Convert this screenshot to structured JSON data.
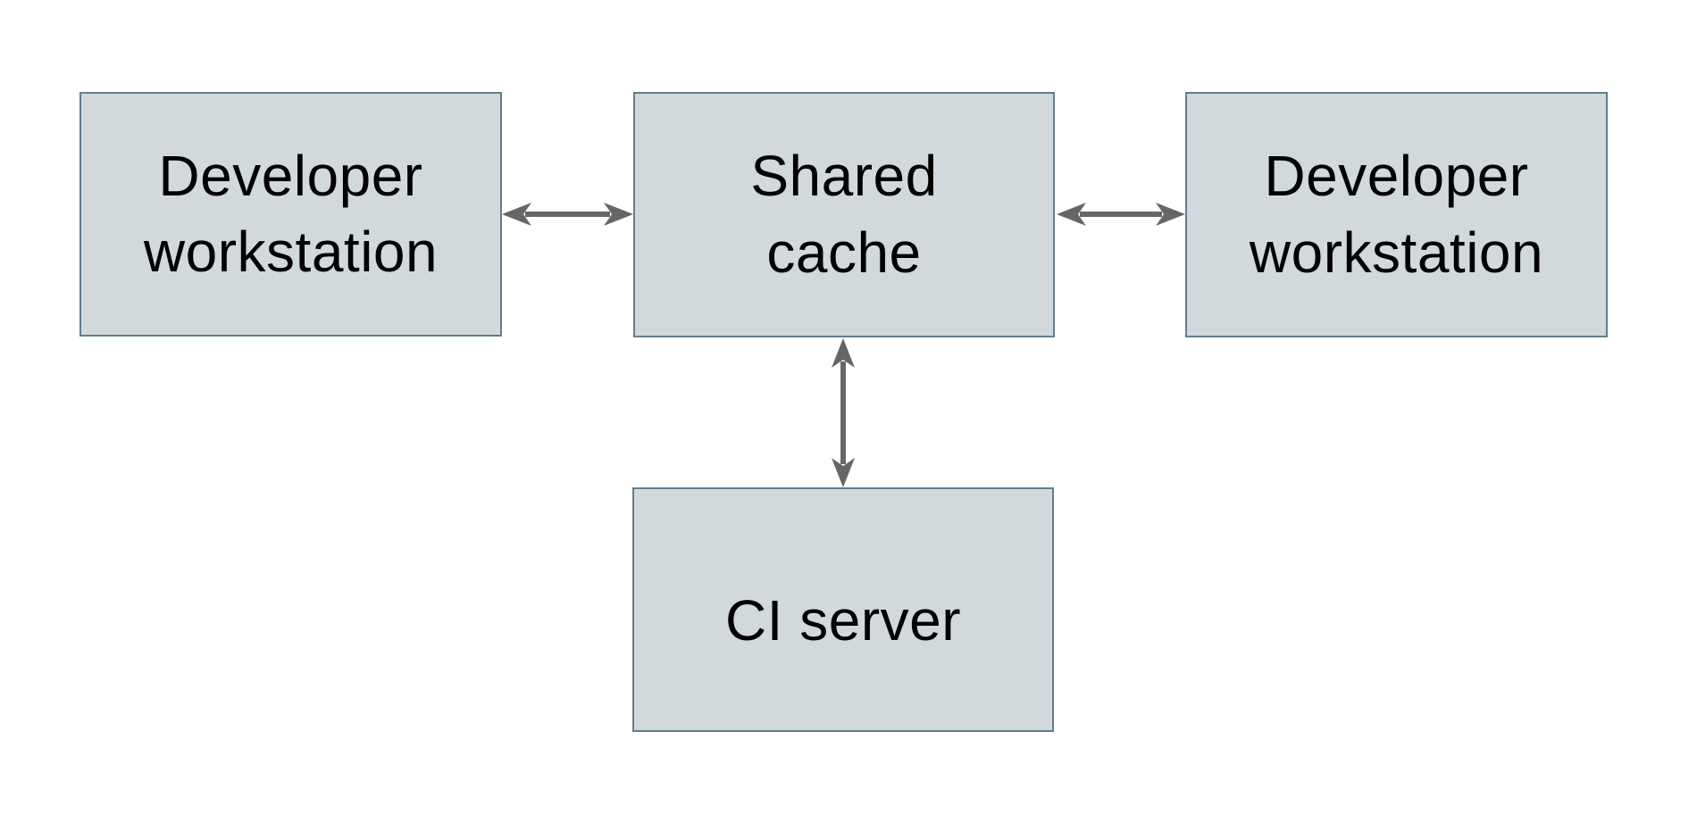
{
  "diagram": {
    "type": "architecture-diagram",
    "background": "#ffffff",
    "nodes": [
      {
        "id": "developer-workstation-left",
        "label": "Developer workstation",
        "lines": [
          "Developer",
          "workstation"
        ]
      },
      {
        "id": "shared-cache",
        "label": "Shared cache",
        "lines": [
          "Shared",
          "cache"
        ]
      },
      {
        "id": "developer-workstation-right",
        "label": "Developer workstation",
        "lines": [
          "Developer",
          "workstation"
        ]
      },
      {
        "id": "ci-server",
        "label": "CI server",
        "lines": [
          "CI server"
        ]
      }
    ],
    "edges": [
      {
        "from": "developer-workstation-left",
        "to": "shared-cache",
        "style": "double-headed-arrow",
        "orientation": "horizontal"
      },
      {
        "from": "shared-cache",
        "to": "developer-workstation-right",
        "style": "double-headed-arrow",
        "orientation": "horizontal"
      },
      {
        "from": "shared-cache",
        "to": "ci-server",
        "style": "double-headed-arrow",
        "orientation": "vertical"
      }
    ],
    "colors": {
      "node_fill": "#d2d9dc",
      "node_border": "#617e8c",
      "arrow": "#666666",
      "text": "#000000"
    }
  }
}
